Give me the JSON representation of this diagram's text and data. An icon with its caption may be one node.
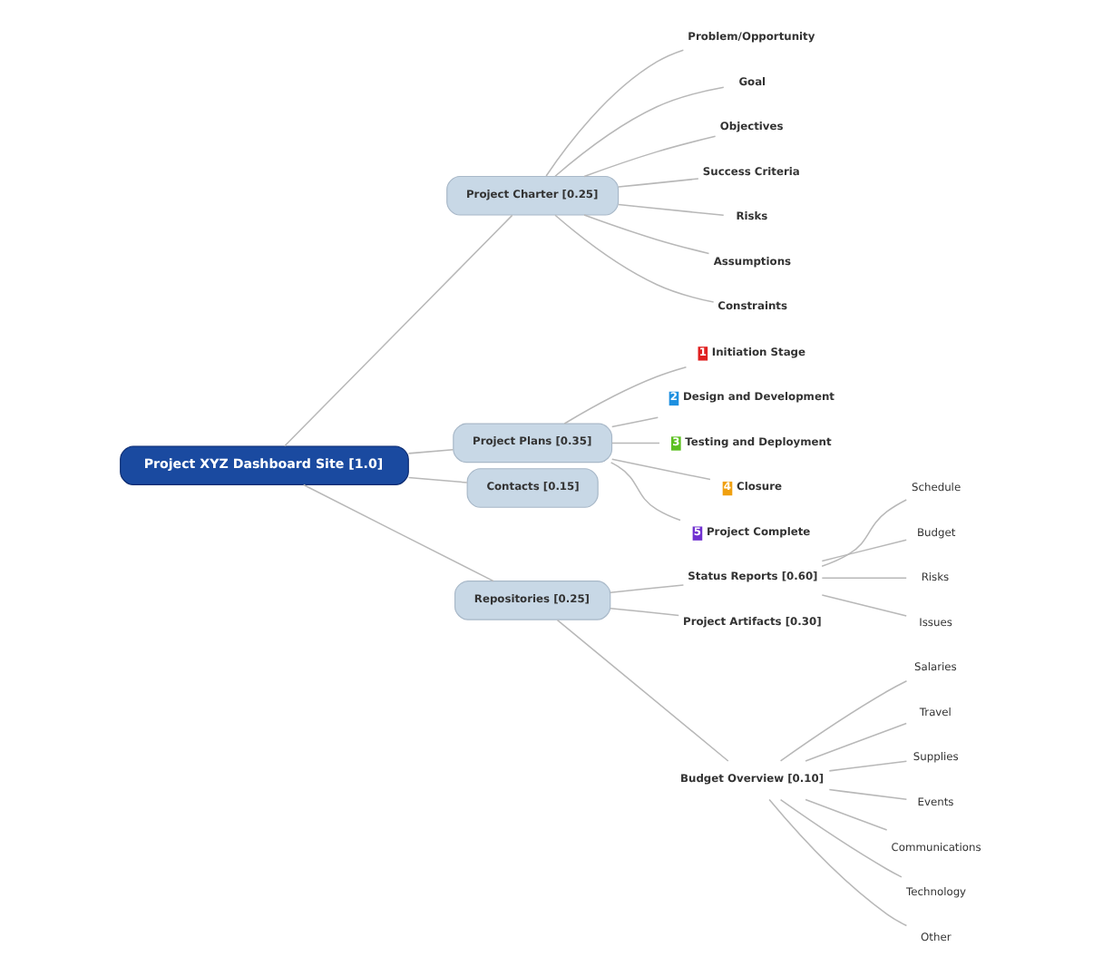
{
  "diagram": {
    "nodes": [
      {
        "text": [
          "Project XYZ Dashboard Site [1.0]"
        ]
      },
      {
        "text": [
          "Project Charter [0.25]"
        ]
      },
      {
        "text": [
          "Problem/Opportunity"
        ]
      },
      {
        "text": [
          "Goal"
        ]
      },
      {
        "text": [
          "Objectives"
        ]
      },
      {
        "text": [
          "Success Criteria"
        ]
      },
      {
        "text": [
          "Risks"
        ]
      },
      {
        "text": [
          "Assumptions"
        ]
      },
      {
        "text": [
          "Constraints"
        ]
      },
      {
        "text": [
          "Project Plans [0.35]"
        ]
      },
      {
        "text": [
          "1",
          "Initiation Stage"
        ]
      },
      {
        "text": [
          "2",
          "Design and Development"
        ]
      },
      {
        "text": [
          "3",
          "Testing and Deployment"
        ]
      },
      {
        "text": [
          "4",
          "Closure"
        ]
      },
      {
        "text": [
          "5",
          "Project Complete"
        ]
      },
      {
        "text": [
          "Contacts [0.15]"
        ]
      },
      {
        "text": [
          "Repositories [0.25]"
        ]
      },
      {
        "text": [
          "Status Reports [0.60]"
        ]
      },
      {
        "text": [
          "Schedule"
        ]
      },
      {
        "text": [
          "Budget"
        ]
      },
      {
        "text": [
          "Risks"
        ]
      },
      {
        "text": [
          "Issues"
        ]
      },
      {
        "text": [
          "Project Artifacts [0.30]"
        ]
      },
      {
        "text": [
          "Budget Overview [0.10]"
        ]
      },
      {
        "text": [
          "Salaries"
        ]
      },
      {
        "text": [
          "Travel"
        ]
      },
      {
        "text": [
          "Supplies"
        ]
      },
      {
        "text": [
          "Events"
        ]
      },
      {
        "text": [
          "Communications"
        ]
      },
      {
        "text": [
          "Technology"
        ]
      },
      {
        "text": [
          "Other"
        ]
      }
    ],
    "edges": [
      {
        "from": 0,
        "to": 1,
        "arrow": "none"
      },
      {
        "from": 1,
        "to": 2,
        "arrow": "none"
      },
      {
        "from": 1,
        "to": 3,
        "arrow": "none"
      },
      {
        "from": 1,
        "to": 4,
        "arrow": "none"
      },
      {
        "from": 1,
        "to": 5,
        "arrow": "none"
      },
      {
        "from": 1,
        "to": 6,
        "arrow": "none"
      },
      {
        "from": 1,
        "to": 7,
        "arrow": "none"
      },
      {
        "from": 1,
        "to": 8,
        "arrow": "none"
      },
      {
        "from": 0,
        "to": 9,
        "arrow": "none"
      },
      {
        "from": 9,
        "to": 10,
        "arrow": "none"
      },
      {
        "from": 9,
        "to": 11,
        "arrow": "none"
      },
      {
        "from": 9,
        "to": 12,
        "arrow": "none"
      },
      {
        "from": 9,
        "to": 13,
        "arrow": "none"
      },
      {
        "from": 9,
        "to": 14,
        "arrow": "none"
      },
      {
        "from": 0,
        "to": 15,
        "arrow": "none"
      },
      {
        "from": 0,
        "to": 16,
        "arrow": "none"
      },
      {
        "from": 16,
        "to": 17,
        "arrow": "none"
      },
      {
        "from": 17,
        "to": 18,
        "arrow": "none"
      },
      {
        "from": 17,
        "to": 19,
        "arrow": "none"
      },
      {
        "from": 17,
        "to": 20,
        "arrow": "none"
      },
      {
        "from": 17,
        "to": 21,
        "arrow": "none"
      },
      {
        "from": 16,
        "to": 22,
        "arrow": "none"
      },
      {
        "from": 16,
        "to": 23,
        "arrow": "none"
      },
      {
        "from": 23,
        "to": 24,
        "arrow": "none"
      },
      {
        "from": 23,
        "to": 25,
        "arrow": "none"
      },
      {
        "from": 23,
        "to": 26,
        "arrow": "none"
      },
      {
        "from": 23,
        "to": 27,
        "arrow": "none"
      },
      {
        "from": 23,
        "to": 28,
        "arrow": "none"
      },
      {
        "from": 23,
        "to": 29,
        "arrow": "none"
      },
      {
        "from": 23,
        "to": 30,
        "arrow": "none"
      }
    ]
  }
}
